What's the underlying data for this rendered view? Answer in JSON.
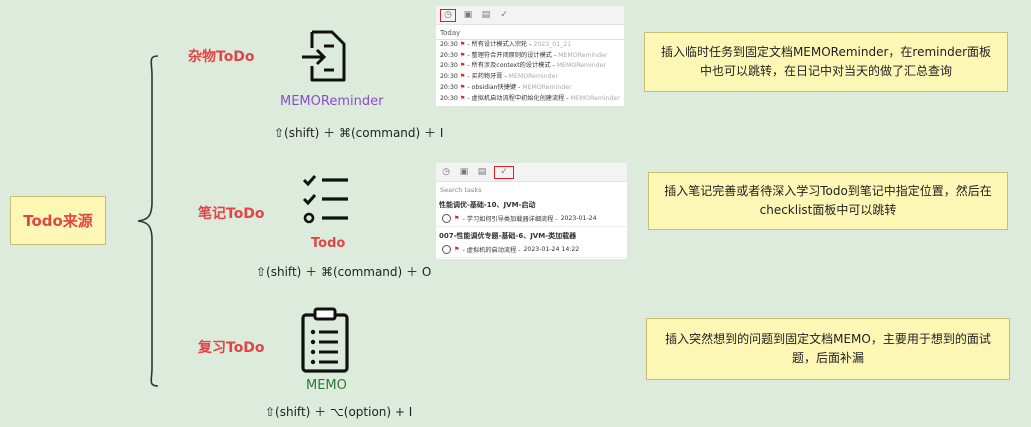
{
  "root": {
    "label": "Todo来源"
  },
  "branches": [
    {
      "category": "杂物ToDo",
      "caption": "MEMOReminder",
      "caption_color": "#8a4fc6",
      "icon": "file-import-icon",
      "shortcut": "⇧(shift) ＋ ⌘(command) ＋ I",
      "note": "插入临时任务到固定文档MEMOReminder，在reminder面板中也可以跳转，在日记中对当天的做了汇总查询"
    },
    {
      "category": "笔记ToDo",
      "caption": "Todo",
      "caption_color": "#e14545",
      "icon": "checklist-icon",
      "shortcut": "⇧(shift) ＋ ⌘(command) ＋ O",
      "note": "插入笔记完善或者待深入学习Todo到笔记中指定位置，然后在checklist面板中可以跳转"
    },
    {
      "category": "复习ToDo",
      "caption": "MEMO",
      "caption_color": "#2f7a2f",
      "icon": "clipboard-list-icon",
      "shortcut": "⇧(shift) ＋ ⌥(option) + I",
      "note": "插入突然想到的问题到固定文档MEMO，主要用于想到的面试题，后面补漏"
    }
  ],
  "reminder_panel": {
    "section": "Today",
    "rows": [
      {
        "time": "20:30",
        "text": "- 所有设计模式入宗轮 -",
        "link": "2023_01_21"
      },
      {
        "time": "20:30",
        "text": "- 整理符合开闭原则的设计模式 -",
        "link": "MEMOReminder"
      },
      {
        "time": "20:30",
        "text": "- 所有涉及context的设计模式 -",
        "link": "MEMOReminder"
      },
      {
        "time": "20:30",
        "text": "- 买药物牙膏 -",
        "link": "MEMOReminder"
      },
      {
        "time": "20:30",
        "text": "- obsidian快捷键 -",
        "link": "MEMOReminder"
      },
      {
        "time": "20:30",
        "text": "- 虚拟机启动流程中初始化创建流程 -",
        "link": "MEMOReminder"
      }
    ]
  },
  "checklist_panel": {
    "search": "Search tasks",
    "groups": [
      {
        "title": "性能调优-基础-10、JVM-启动",
        "task": "- 学习如何引导类加载器详细流程 -",
        "date": "2023-01-24"
      },
      {
        "title": "007-性能调优专题-基础-6、JVM-类加载器",
        "task": "- 虚拟机的启动流程 -",
        "date": "2023-01-24 14:22"
      }
    ]
  }
}
